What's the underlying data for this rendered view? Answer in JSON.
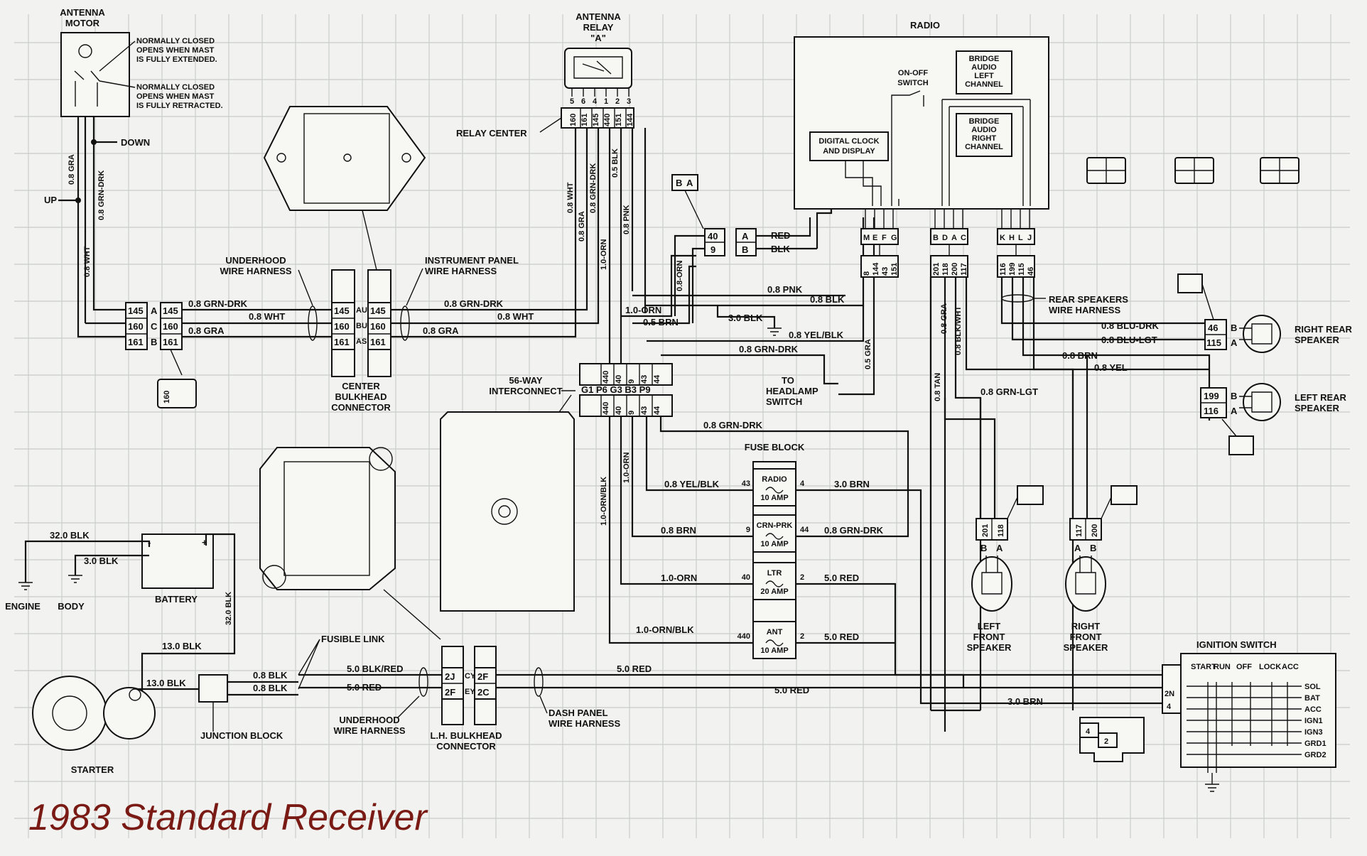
{
  "title": "1983 Standard Receiver",
  "components": {
    "antenna_motor": [
      "ANTENNA",
      "MOTOR"
    ],
    "switch_note_1": [
      "NORMALLY CLOSED",
      "OPENS WHEN MAST",
      "IS FULLY EXTENDED."
    ],
    "switch_note_2": [
      "NORMALLY CLOSED",
      "OPENS WHEN MAST",
      "IS FULLY RETRACTED."
    ],
    "down": "DOWN",
    "up": "UP",
    "antenna_relay": [
      "ANTENNA",
      "RELAY",
      "\"A\""
    ],
    "relay_center": "RELAY CENTER",
    "radio": "RADIO",
    "on_off_switch": [
      "ON-OFF",
      "SWITCH"
    ],
    "digital_clock": [
      "DIGITAL CLOCK",
      "AND DISPLAY"
    ],
    "bridge_left": [
      "BRIDGE",
      "AUDIO",
      "LEFT",
      "CHANNEL"
    ],
    "bridge_right": [
      "BRIDGE",
      "AUDIO",
      "RIGHT",
      "CHANNEL"
    ],
    "underhood_harness": [
      "UNDERHOOD",
      "WIRE HARNESS"
    ],
    "ip_harness": [
      "INSTRUMENT PANEL",
      "WIRE HARNESS"
    ],
    "center_bulkhead": [
      "CENTER",
      "BULKHEAD",
      "CONNECTOR"
    ],
    "rear_speakers_harness": [
      "REAR SPEAKERS",
      "WIRE HARNESS"
    ],
    "right_rear_speaker": [
      "RIGHT REAR",
      "SPEAKER"
    ],
    "left_rear_speaker": [
      "LEFT REAR",
      "SPEAKER"
    ],
    "interconnect": [
      "56-WAY",
      "INTERCONNECT"
    ],
    "headlamp_switch": [
      "TO",
      "HEADLAMP",
      "SWITCH"
    ],
    "fuse_block": "FUSE BLOCK",
    "left_front_speaker": [
      "LEFT",
      "FRONT",
      "SPEAKER"
    ],
    "right_front_speaker": [
      "RIGHT",
      "FRONT",
      "SPEAKER"
    ],
    "battery": "BATTERY",
    "engine": "ENGINE",
    "body": "BODY",
    "starter": "STARTER",
    "junction_block": "JUNCTION BLOCK",
    "fusible_link": "FUSIBLE LINK",
    "underhood_harness_2": [
      "UNDERHOOD",
      "WIRE HARNESS"
    ],
    "lh_bulkhead": [
      "L.H. BULKHEAD",
      "CONNECTOR"
    ],
    "dash_harness": [
      "DASH PANEL",
      "WIRE HARNESS"
    ],
    "ignition_switch": "IGNITION SWITCH",
    "ign_positions": [
      "START",
      "RUN",
      "OFF",
      "LOCK",
      "ACC"
    ],
    "ign_terminals": [
      "SOL",
      "BAT",
      "ACC",
      "IGN1",
      "IGN3",
      "GRD1",
      "GRD2"
    ]
  },
  "fuses": [
    {
      "name": "RADIO",
      "amp": "10 AMP",
      "in": "43",
      "out": "4"
    },
    {
      "name": "CRN-PRK",
      "amp": "10 AMP",
      "in": "9",
      "out": "44"
    },
    {
      "name": "LTR",
      "amp": "20 AMP",
      "in": "40",
      "out": "2"
    },
    {
      "name": "ANT",
      "amp": "10 AMP",
      "in": "440",
      "out": "2"
    }
  ],
  "wires": {
    "w1": "0.8 GRA",
    "w2": "0.8 GRN-DRK",
    "w3": "0.8 WHT",
    "w4": "0.8 GRN-DRK",
    "w5": "0.8 WHT",
    "w6": "0.8 GRA",
    "w7": "0.8 GRN-DRK",
    "w8": "0.8 WHT",
    "w9": "0.8 GRA",
    "w10": "0.8 WHT",
    "w11": "0.8 GRA",
    "w12": "0.8 GRN-DRK",
    "w13": "1.0-ORN",
    "w14": "0.5 BLK",
    "w15": "0.8 PNK",
    "w16": "0.8 PNK",
    "w17": "0.8 BLK",
    "w18": "1.0-ORN",
    "w19": "0.5 BRN",
    "w20": "3.0 BLK",
    "w21": "0.8 YEL/BLK",
    "w22": "0.8 GRN-DRK",
    "w23": "0.5 GRA",
    "w24": "0.8-ORN",
    "w25": "RED",
    "w26": "BLK",
    "w27": "0.8 GRA",
    "w28": "0.8 BLK/WHT",
    "w29": "0.8 TAN",
    "w30": "0.8 GRN-LGT",
    "w31": "0.8 BLU-DRK",
    "w32": "0.8 BLU-LGT",
    "w33": "0.8 BRN",
    "w34": "0.8 YEL",
    "w35": "0.8 GRN-DRK",
    "w36": "0.8 YEL/BLK",
    "w37": "3.0 BRN",
    "w38": "0.8 BRN",
    "w39": "0.8 GRN-DRK",
    "w40": "1.0-ORN",
    "w41": "5.0 RED",
    "w42": "1.0-ORN/BLK",
    "w43": "5.0 RED",
    "w44": "1.0-ORN/BLK",
    "w45": "1.0-ORN",
    "w46": "32.0 BLK",
    "w47": "3.0 BLK",
    "w48": "32.0 BLK",
    "w49": "13.0 BLK",
    "w50": "13.0 BLK",
    "w51": "0.8 BLK",
    "w52": "0.8 BLK",
    "w53": "5.0 BLK/RED",
    "w54": "5.0 RED",
    "w55": "5.0 RED",
    "w56": "5.0 RED",
    "w57": "3.0 BRN"
  },
  "pins": {
    "relay_pins": [
      "5",
      "6",
      "4",
      "1",
      "2",
      "3"
    ],
    "relay_nums": [
      "160",
      "161",
      "145",
      "440",
      "151",
      "144"
    ],
    "amotor_conn": [
      [
        "145",
        "A"
      ],
      [
        "160",
        "C"
      ],
      [
        "161",
        "B"
      ]
    ],
    "ih_conn": [
      "145",
      "160",
      "161"
    ],
    "cb_left": [
      [
        "145",
        "AU"
      ],
      [
        "160",
        "BU"
      ],
      [
        "161",
        "AS"
      ]
    ],
    "cb_right": [
      "145",
      "160",
      "161"
    ],
    "ic_top": [
      "440",
      "40",
      "9",
      "43",
      "44"
    ],
    "ic_letters": "G1 P6 G3 B3 P9",
    "ic_bot": [
      "440",
      "40",
      "9",
      "43",
      "44"
    ],
    "radio_conn_1": [
      "M",
      "E",
      "F",
      "G"
    ],
    "radio_conn_2": [
      "B",
      "D",
      "A",
      "C"
    ],
    "radio_conn_3": [
      "K",
      "H",
      "L",
      "J"
    ],
    "radio_nums_1": [
      "8",
      "144",
      "43",
      "151"
    ],
    "radio_nums_2": [
      "201",
      "118",
      "200",
      "117"
    ],
    "radio_nums_3": [
      "116",
      "199",
      "115",
      "46"
    ],
    "small_conn": [
      [
        "40",
        "A"
      ],
      [
        "9",
        "B"
      ]
    ],
    "rr_conn": [
      [
        "46",
        "B"
      ],
      [
        "115",
        "A"
      ]
    ],
    "lr_conn": [
      [
        "199",
        "B"
      ],
      [
        "116",
        "A"
      ]
    ],
    "lf_conn": [
      "201",
      "118"
    ],
    "rf_conn": [
      "117",
      "200"
    ],
    "lf_ab": [
      "B",
      "A"
    ],
    "rf_ab": [
      "A",
      "B"
    ],
    "lh_left": [
      "2J",
      "2F"
    ],
    "lh_mid": [
      "CY",
      "EY"
    ],
    "lh_right": [
      "2F",
      "2C"
    ],
    "ign_conn": [
      "2N",
      "4"
    ]
  }
}
